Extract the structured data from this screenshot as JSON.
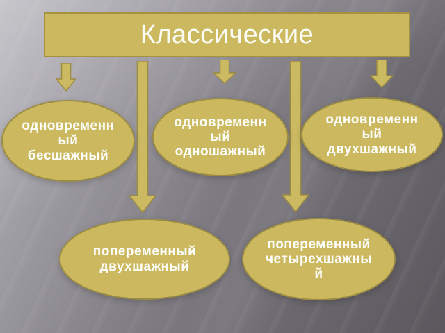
{
  "slide": {
    "title": "Классические",
    "nodes": [
      {
        "id": "simultaneous-stepless",
        "label": "одновременн\nый\nбесшажный"
      },
      {
        "id": "simultaneous-one-step",
        "label": "одновременн\nый\nодношажный"
      },
      {
        "id": "simultaneous-two-step",
        "label": "одновременн\nый\nдвухшажный"
      },
      {
        "id": "alternating-two-step",
        "label": "попеременный\nдвухшажный"
      },
      {
        "id": "alternating-four-step",
        "label": "попеременный\nчетырехшажны\nй"
      }
    ],
    "colors": {
      "shape_fill": "#ccb95f",
      "shape_border": "#9d8d43",
      "text": "#ffffff",
      "background_light": "#bab9bf",
      "background_dark": "#5a575d"
    }
  }
}
